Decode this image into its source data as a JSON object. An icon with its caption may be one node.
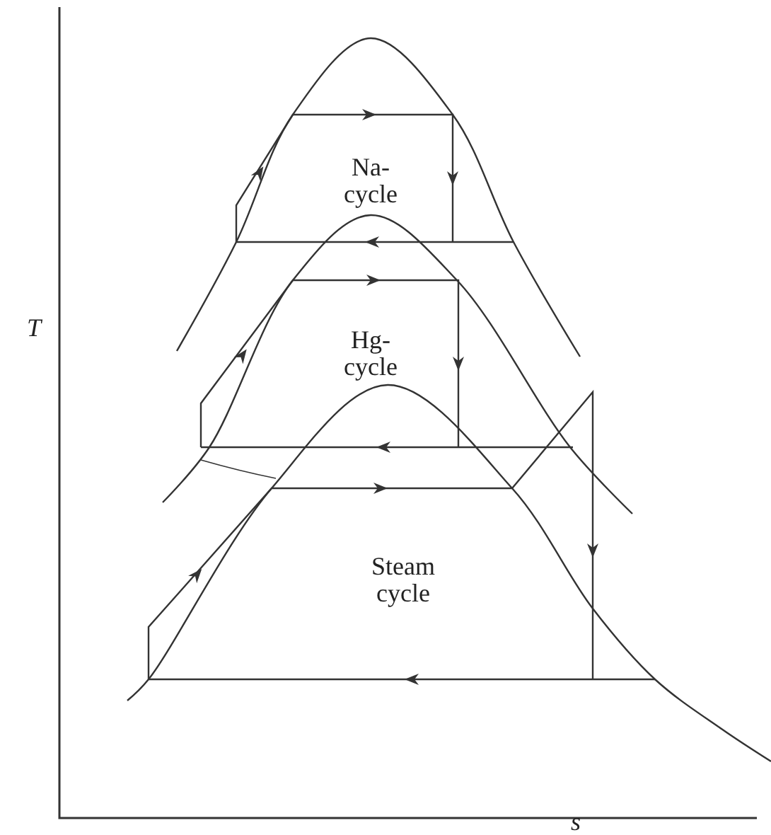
{
  "diagram": {
    "labels": [
      "T",
      "Na- cycle",
      "Hg- cycle",
      "Steam cycle",
      "s"
    ]
  }
}
